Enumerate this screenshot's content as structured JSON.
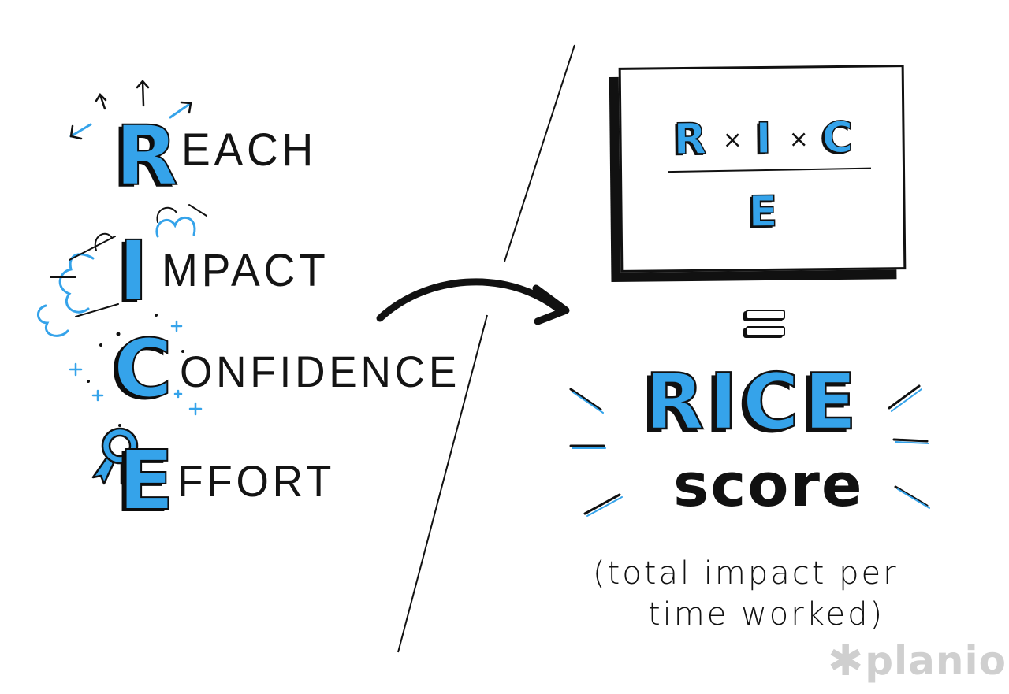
{
  "acronym": [
    {
      "initial": "R",
      "rest": "EACH"
    },
    {
      "initial": "I",
      "rest": "MPACT"
    },
    {
      "initial": "C",
      "rest": "ONFIDENCE"
    },
    {
      "initial": "E",
      "rest": "FFORT"
    }
  ],
  "formula": {
    "numerator": [
      "R",
      "I",
      "C"
    ],
    "operator": "×",
    "denominator": "E"
  },
  "equals": "=",
  "result": {
    "title": "RICE",
    "subtitle": "score",
    "caption_line1": "(total impact per",
    "caption_line2": "time worked)"
  },
  "logo": {
    "text": "planio"
  },
  "colors": {
    "accent": "#35a3ea",
    "ink": "#111111",
    "logo": "#cfcfcf"
  },
  "icons": [
    "arrows-outward-icon",
    "clouds-icon",
    "sparkles-icon",
    "award-ribbon-icon",
    "curved-arrow-icon",
    "logo-asterisk-icon"
  ]
}
